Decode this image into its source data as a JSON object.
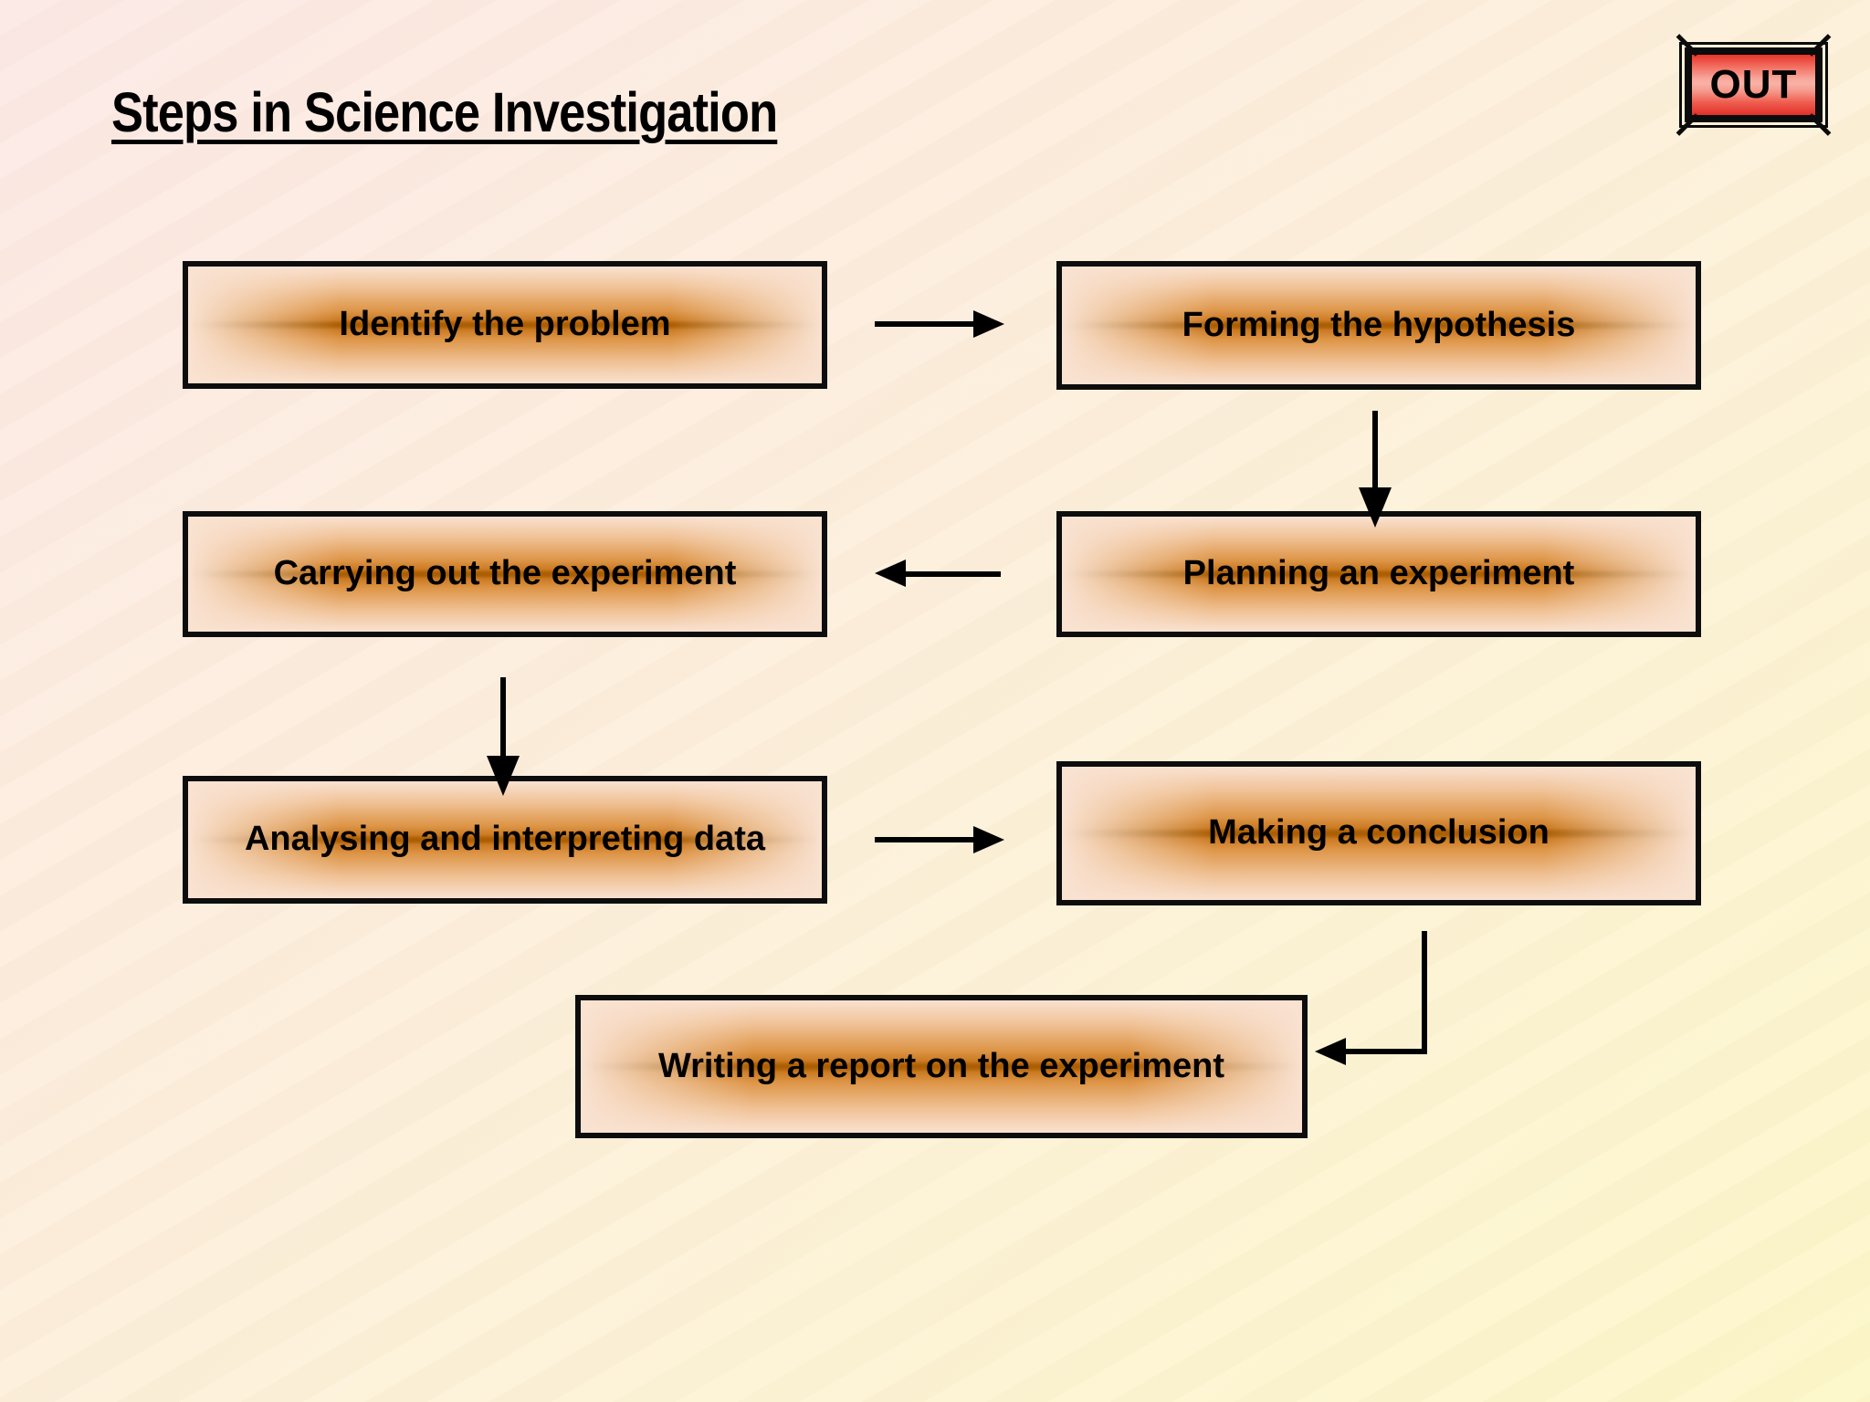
{
  "title": "Steps in Science Investigation",
  "out_button": {
    "label": "OUT"
  },
  "flowchart": {
    "nodes": [
      {
        "label": "Identify the problem"
      },
      {
        "label": "Forming the hypothesis"
      },
      {
        "label": "Carrying out the experiment"
      },
      {
        "label": "Planning an experiment"
      },
      {
        "label": "Analysing and interpreting data"
      },
      {
        "label": "Making a conclusion"
      },
      {
        "label": "Writing a report on the experiment"
      }
    ],
    "edges": [
      {
        "from": "Identify the problem",
        "to": "Forming the hypothesis",
        "direction": "right"
      },
      {
        "from": "Forming the hypothesis",
        "to": "Planning an experiment",
        "direction": "down"
      },
      {
        "from": "Planning an experiment",
        "to": "Carrying out the experiment",
        "direction": "left"
      },
      {
        "from": "Carrying out the experiment",
        "to": "Analysing and interpreting data",
        "direction": "down"
      },
      {
        "from": "Analysing and interpreting data",
        "to": "Making a conclusion",
        "direction": "right"
      },
      {
        "from": "Making a conclusion",
        "to": "Writing a report on the experiment",
        "direction": "down-then-left"
      }
    ]
  },
  "colors": {
    "background_top_left": "#fce9e6",
    "background_bottom_right": "#fdf7c9",
    "node_border": "#0d0d0d",
    "node_gradient_edge": "#f9e2d1",
    "node_gradient_center": "#c8761c",
    "node_center_line": "#a85c00",
    "arrow": "#000000",
    "out_button_red": "#e93428",
    "out_button_highlight": "#f9b1a5",
    "text": "#000000"
  }
}
